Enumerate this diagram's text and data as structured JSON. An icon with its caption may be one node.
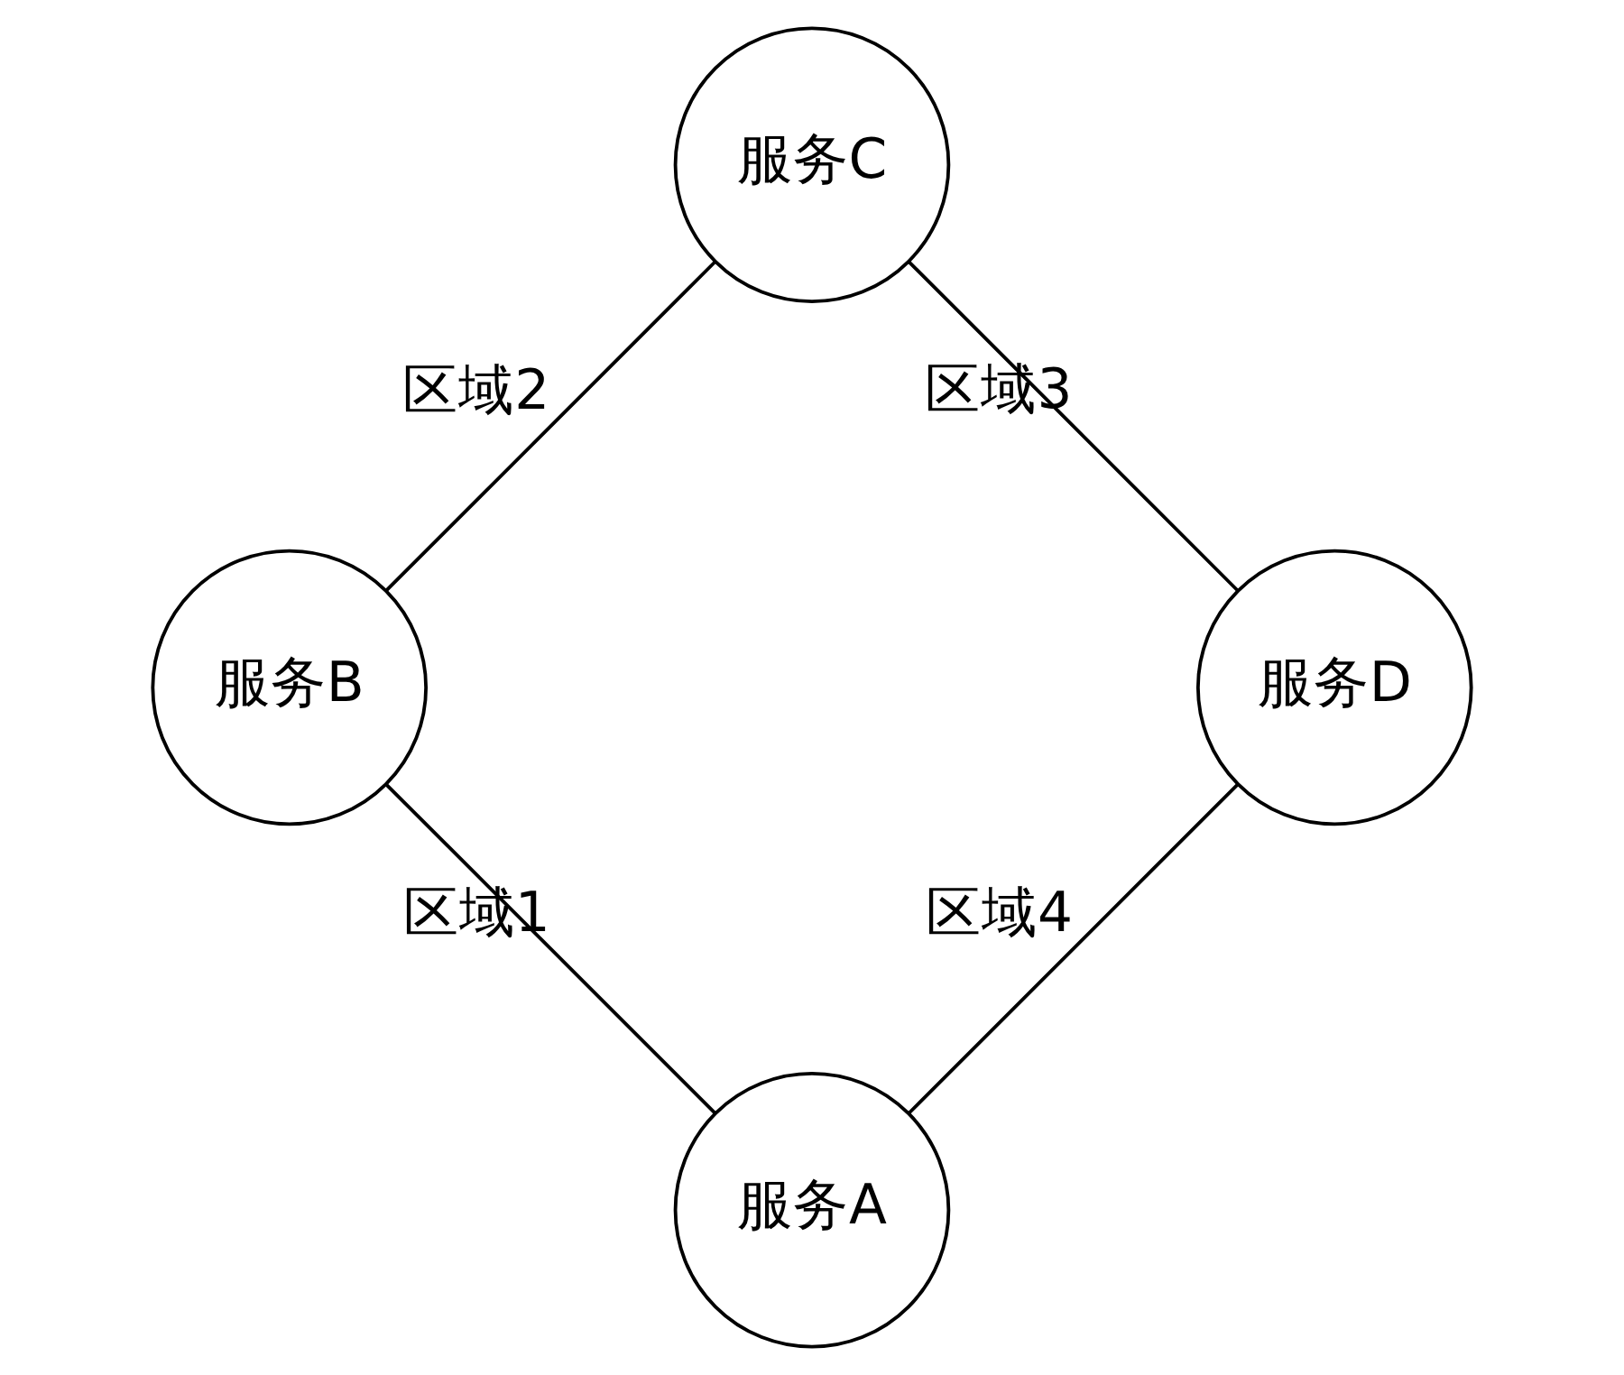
{
  "diagram": {
    "nodes": [
      {
        "text": [
          "服务A"
        ]
      },
      {
        "text": [
          "服务B"
        ]
      },
      {
        "text": [
          "服务C"
        ]
      },
      {
        "text": [
          "服务D"
        ]
      }
    ],
    "edges": [
      {
        "from": 0,
        "to": 1,
        "arrow": "none",
        "label": "区域1"
      },
      {
        "from": 1,
        "to": 2,
        "arrow": "none",
        "label": "区域2"
      },
      {
        "from": 2,
        "to": 3,
        "arrow": "none",
        "label": "区域3"
      },
      {
        "from": 3,
        "to": 0,
        "arrow": "none",
        "label": "区域4"
      }
    ]
  }
}
